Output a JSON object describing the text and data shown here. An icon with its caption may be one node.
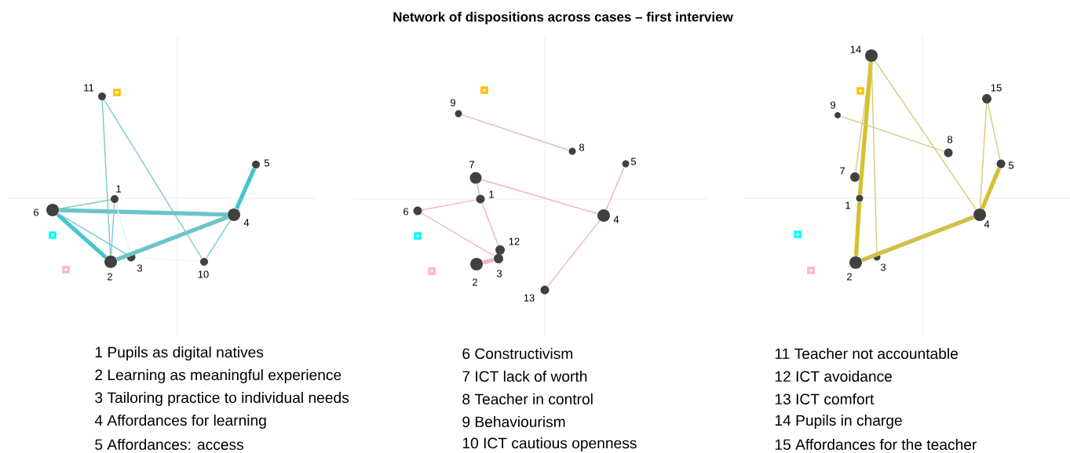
{
  "diagram": {
    "title": "Network of dispositions across cases – first interview",
    "nodes": [
      {
        "text": [
          "11"
        ]
      },
      {
        "text": [],
        "shape": "box"
      },
      {
        "text": [
          "5"
        ]
      },
      {
        "text": [
          "1"
        ]
      },
      {
        "text": [
          "6"
        ]
      },
      {
        "text": [
          "4"
        ]
      },
      {
        "text": [],
        "shape": "box"
      },
      {
        "text": [
          "3"
        ]
      },
      {
        "text": [
          "2"
        ]
      },
      {
        "text": [
          "10"
        ]
      },
      {
        "text": [],
        "shape": "box"
      },
      {
        "text": [],
        "shape": "box"
      },
      {
        "text": [
          "9"
        ]
      },
      {
        "text": [
          "8"
        ]
      },
      {
        "text": [
          "5"
        ]
      },
      {
        "text": [
          "7"
        ]
      },
      {
        "text": [
          "1"
        ]
      },
      {
        "text": [
          "6"
        ]
      },
      {
        "text": [
          "4"
        ]
      },
      {
        "text": [],
        "shape": "box"
      },
      {
        "text": [
          "12"
        ]
      },
      {
        "text": [
          "3"
        ]
      },
      {
        "text": [
          "2"
        ]
      },
      {
        "text": [],
        "shape": "box"
      },
      {
        "text": [
          "13"
        ]
      },
      {
        "text": [
          "14"
        ]
      },
      {
        "text": [],
        "shape": "box"
      },
      {
        "text": [
          "15"
        ]
      },
      {
        "text": [
          "9"
        ]
      },
      {
        "text": [
          "8"
        ]
      },
      {
        "text": [
          "5"
        ]
      },
      {
        "text": [
          "7"
        ]
      },
      {
        "text": [
          "1"
        ]
      },
      {
        "text": [
          "4"
        ]
      },
      {
        "text": [],
        "shape": "box"
      },
      {
        "text": [
          "3"
        ]
      },
      {
        "text": [
          "2"
        ]
      },
      {
        "text": [],
        "shape": "box"
      }
    ],
    "edges": [
      {
        "from": 0,
        "to": 8,
        "arrow": "none",
        "color": "#7ccacd"
      },
      {
        "from": 0,
        "to": 9,
        "arrow": "none",
        "color": "#7ccacd"
      },
      {
        "from": 4,
        "to": 3,
        "arrow": "none",
        "color": "#7ccacd"
      },
      {
        "from": 4,
        "to": 5,
        "arrow": "none",
        "color": "#6cc4c8",
        "style": "thick"
      },
      {
        "from": 4,
        "to": 8,
        "arrow": "none",
        "color": "#45c6cc",
        "style": "thick"
      },
      {
        "from": 4,
        "to": 7,
        "arrow": "none",
        "color": "#7ccacd"
      },
      {
        "from": 3,
        "to": 8,
        "arrow": "none",
        "color": "#7ccacd"
      },
      {
        "from": 3,
        "to": 7,
        "arrow": "none",
        "color": "#e3f3f4"
      },
      {
        "from": 8,
        "to": 5,
        "arrow": "none",
        "color": "#6cc4c8",
        "style": "thick"
      },
      {
        "from": 5,
        "to": 2,
        "arrow": "none",
        "color": "#45c6cc",
        "style": "thick"
      },
      {
        "from": 5,
        "to": 9,
        "arrow": "none",
        "color": "#7ccacd"
      },
      {
        "from": 7,
        "to": 9,
        "arrow": "none",
        "color": "#eef7f7"
      },
      {
        "from": 12,
        "to": 13,
        "arrow": "none",
        "color": "#f0b3bb"
      },
      {
        "from": 15,
        "to": 16,
        "arrow": "none",
        "color": "#f0b3bb"
      },
      {
        "from": 15,
        "to": 18,
        "arrow": "none",
        "color": "#f0b3bb"
      },
      {
        "from": 17,
        "to": 16,
        "arrow": "none",
        "color": "#f0b3bb"
      },
      {
        "from": 17,
        "to": 21,
        "arrow": "none",
        "color": "#f0b3bb"
      },
      {
        "from": 16,
        "to": 20,
        "arrow": "none",
        "color": "#f0b3bb"
      },
      {
        "from": 22,
        "to": 21,
        "arrow": "none",
        "color": "#f0b3bb",
        "style": "thick"
      },
      {
        "from": 18,
        "to": 14,
        "arrow": "none",
        "color": "#f0b3bb"
      },
      {
        "from": 18,
        "to": 24,
        "arrow": "none",
        "color": "#f0b3bb"
      },
      {
        "from": 25,
        "to": 31,
        "arrow": "none",
        "color": "#d6ca7c"
      },
      {
        "from": 25,
        "to": 32,
        "arrow": "none",
        "color": "#d4c030",
        "style": "thick"
      },
      {
        "from": 32,
        "to": 36,
        "arrow": "none",
        "color": "#d4c030",
        "style": "thick"
      },
      {
        "from": 25,
        "to": 35,
        "arrow": "none",
        "color": "#d6ca7c"
      },
      {
        "from": 25,
        "to": 33,
        "arrow": "none",
        "color": "#d6ca7c"
      },
      {
        "from": 28,
        "to": 29,
        "arrow": "none",
        "color": "#d6ca7c"
      },
      {
        "from": 27,
        "to": 33,
        "arrow": "none",
        "color": "#d6ca7c"
      },
      {
        "from": 27,
        "to": 30,
        "arrow": "none",
        "color": "#d6ca7c"
      },
      {
        "from": 30,
        "to": 33,
        "arrow": "none",
        "color": "#d4c030",
        "style": "thick"
      },
      {
        "from": 36,
        "to": 33,
        "arrow": "none",
        "color": "#cfc04a",
        "style": "thick"
      }
    ],
    "labels": [
      "1 Pupils as digital natives",
      "2 Learning as meaningful experience",
      "3 Tailoring practice to individual needs",
      "4 Affordances for learning",
      "5 Affordances: access",
      "6 Constructivism",
      "7 ICT lack of worth",
      "8 Teacher in control",
      "9 Behaviourism",
      "10 ICT cautious openness",
      "11 Teacher not accountable",
      "12 ICT avoidance",
      "13 ICT comfort",
      "14 Pupils in charge",
      "15 Affordances for the teacher"
    ]
  }
}
